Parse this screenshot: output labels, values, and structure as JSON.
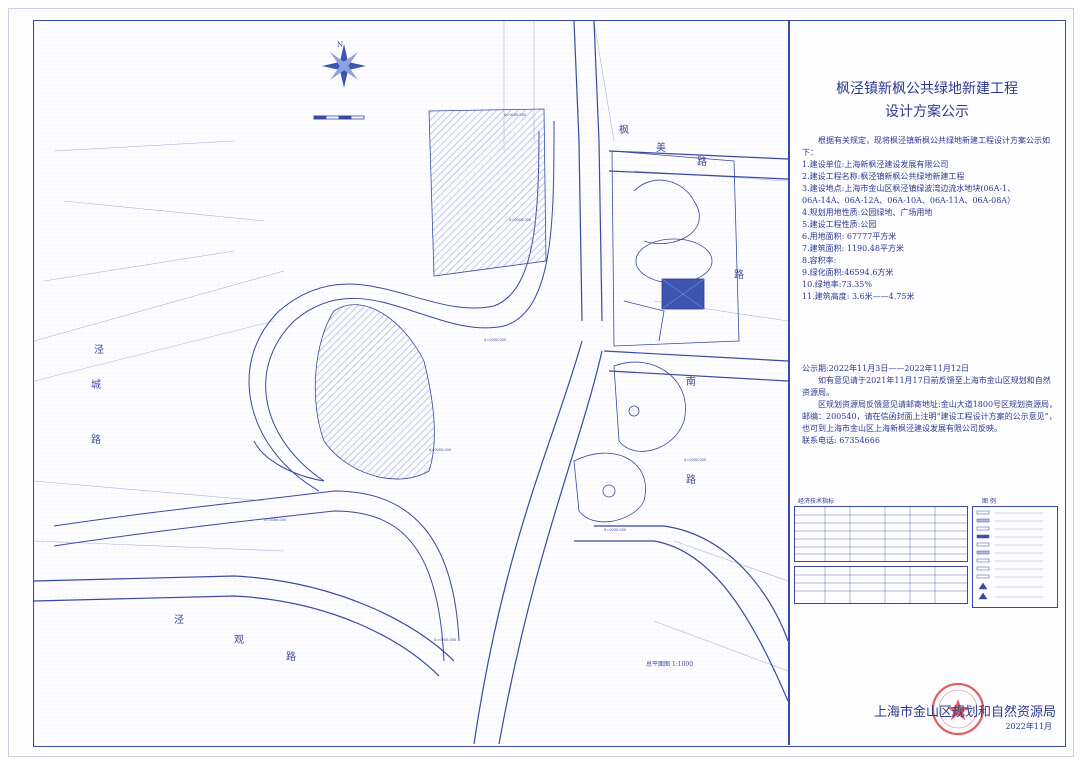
{
  "title_line1": "枫泾镇新枫公共绿地新建工程",
  "title_line2": "设计方案公示",
  "intro": "根据有关规定，现将枫泾镇新枫公共绿地新建工程设计方案公示如下：",
  "items": [
    "1.建设单位:上海新枫泾建设发展有限公司",
    "2.建设工程名称:枫泾镇新枫公共绿地新建工程",
    "3.建设地点:上海市金山区枫泾镇绿波湾边流水地块(06A-1、",
    "06A-14A、06A-12A、06A-10A、06A-11A、06A-08A）",
    "4.规划用地性质:公园绿地、广场用地",
    "5.建设工程性质:公园",
    "6.用地面积: 67777平方米",
    "7.建筑面积: 1190.48平方米",
    "8.容积率:",
    "9.绿化面积:46594.6方米",
    "10.绿地率:73.35%",
    "11.建筑高度: 3.6米——4.75米"
  ],
  "notice": [
    "公示期:2022年11月3日——2022年11月12日",
    "如有意见请于2021年11月17日前反馈至上海市金山区规划和自然资源局。",
    "区规划资源局反馈意见请邮寄地址:金山大道1800号区规划资源局，邮编：200540，请在信函封面上注明“建设工程设计方案的公示意见”，也可到上海市金山区上海新枫泾建设发展有限公司反映。",
    "联系电话: 67354666"
  ],
  "table_title": "经济技术指标",
  "legend_title": "图 例",
  "issuer": "上海市金山区规划和自然资源局",
  "issue_date": "2022年11月",
  "north_label": "N",
  "scale_label": "总平面图 1:1000",
  "road_labels": [
    "枫",
    "美",
    "路",
    "城",
    "路",
    "泾",
    "观",
    "路",
    "南",
    "路",
    "泾",
    "路"
  ],
  "colors": {
    "line": "#3a4aa0",
    "hatch": "#b6bedf",
    "blue": "#3d55b0",
    "stamp": "#d44"
  }
}
